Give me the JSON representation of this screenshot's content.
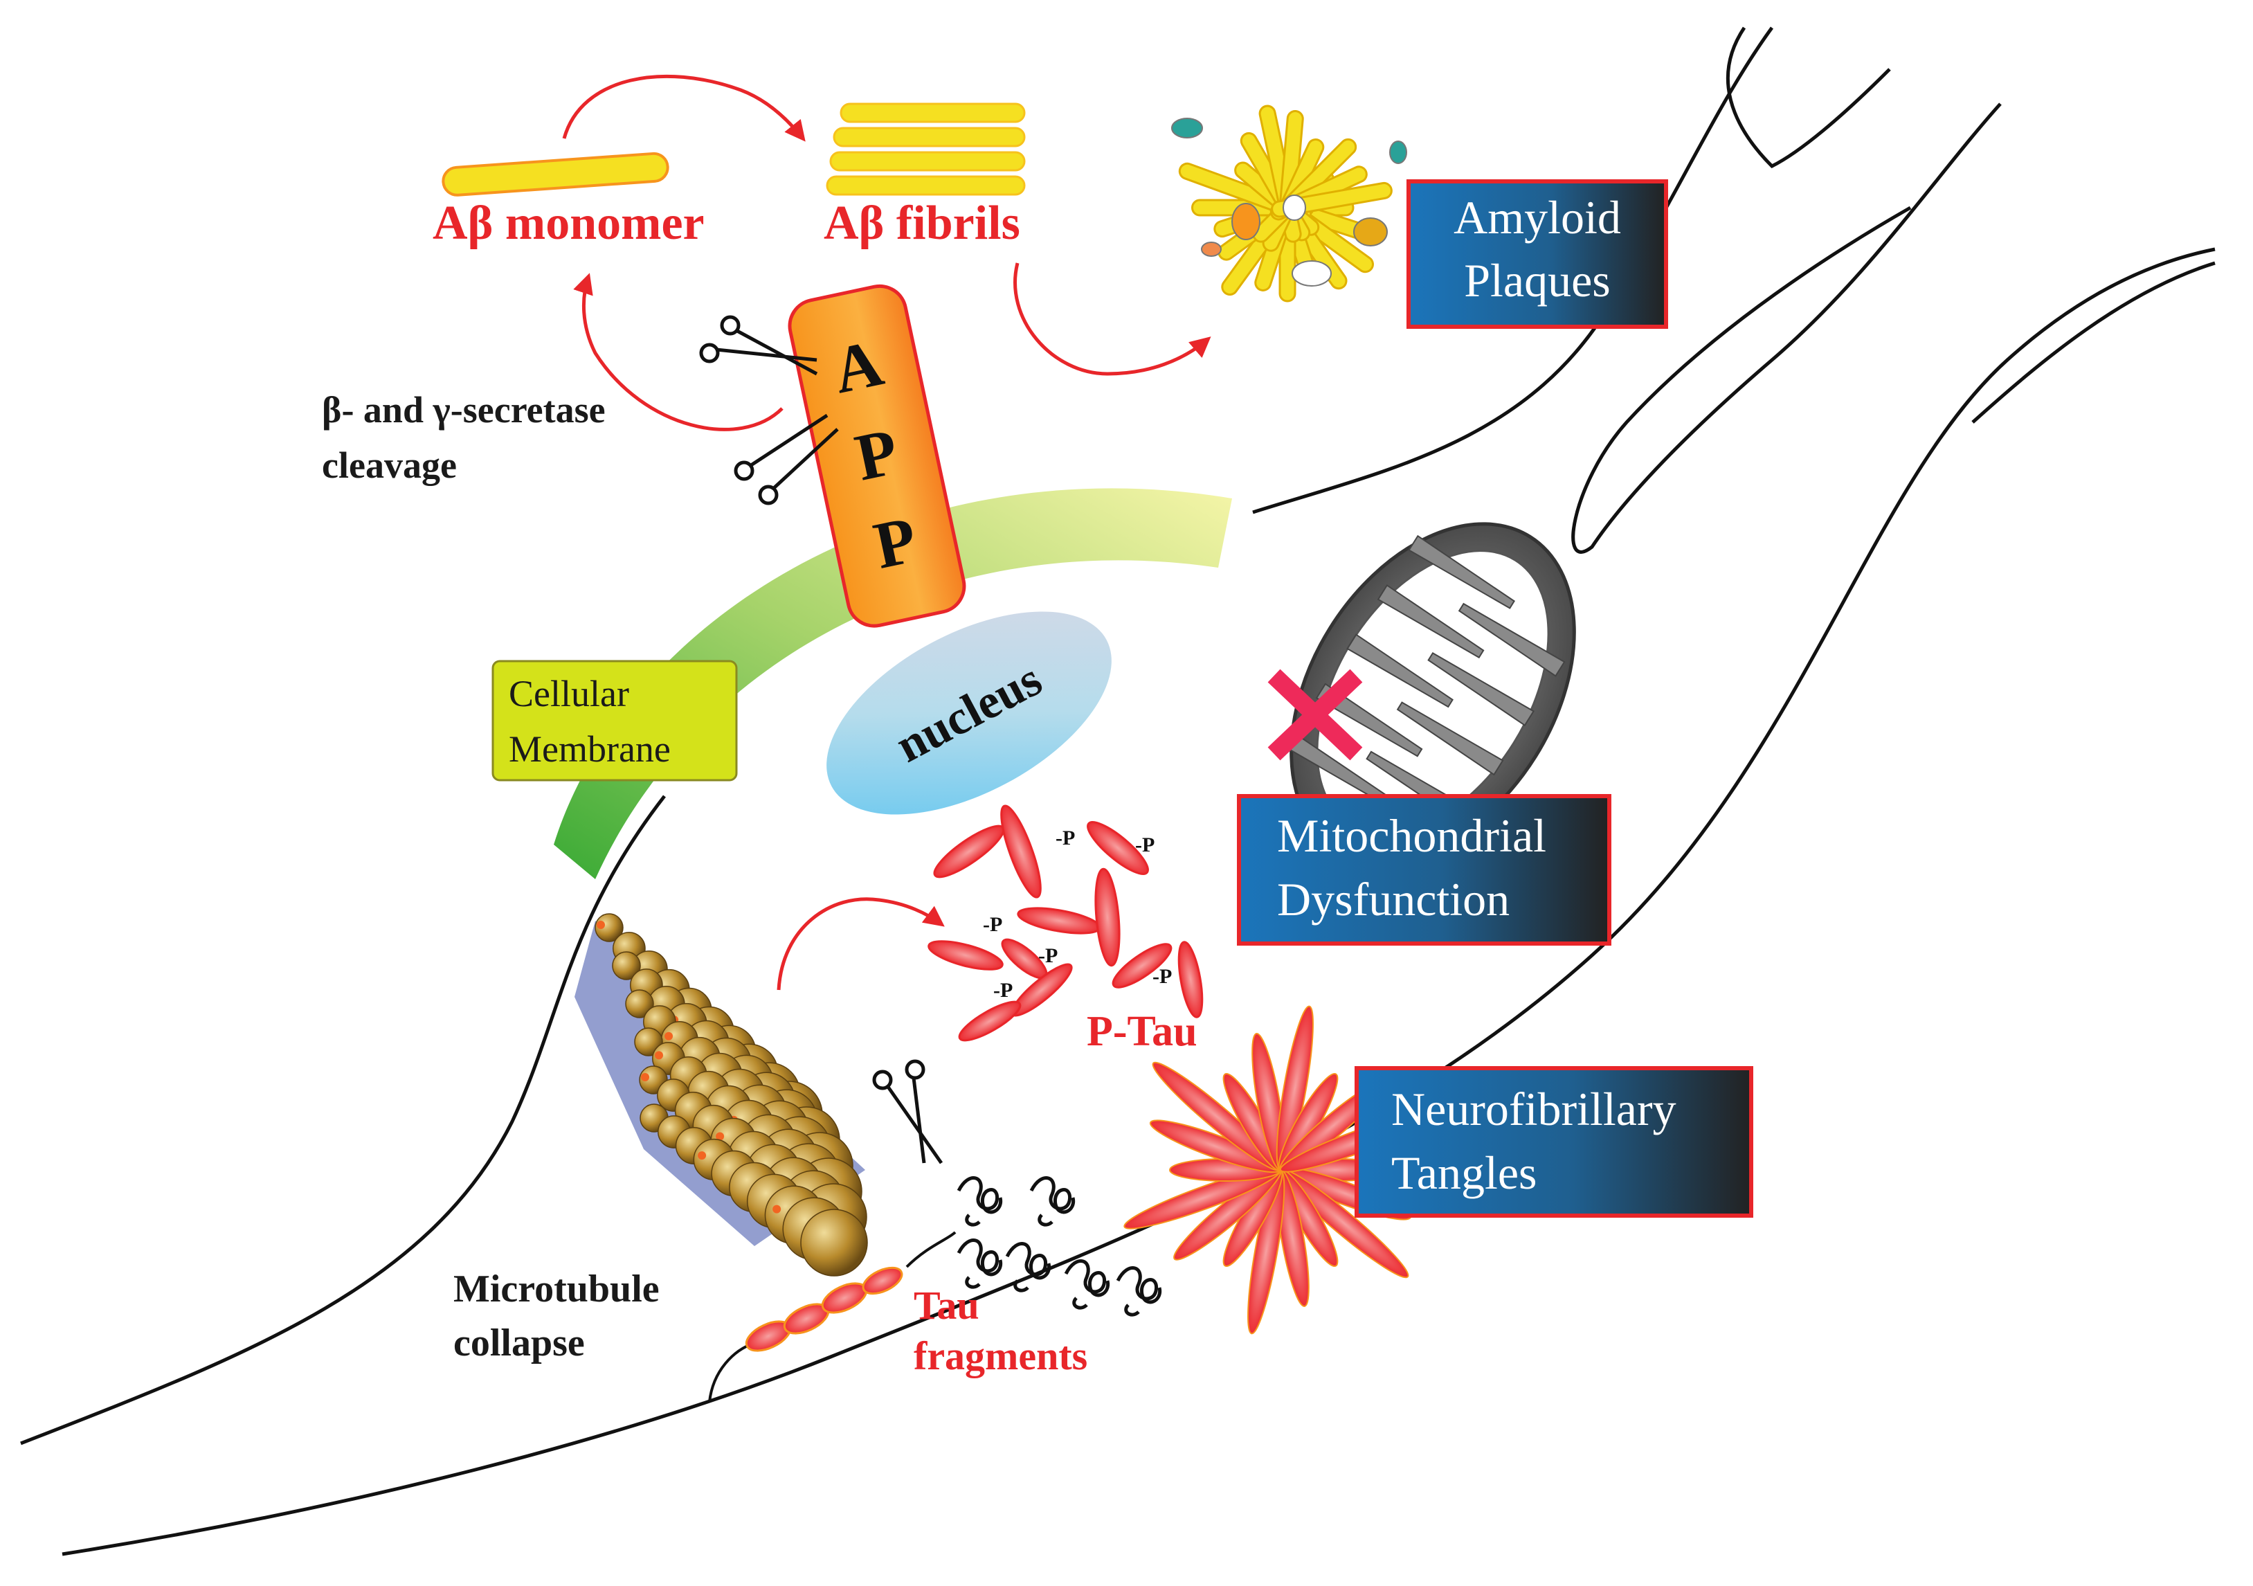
{
  "labels": {
    "ab_monomer": "Aβ monomer",
    "ab_fibrils": "Aβ fibrils",
    "app": [
      "A",
      "P",
      "P"
    ],
    "secretase_line1": "β- and γ-secretase",
    "secretase_line2": "cleavage",
    "membrane_line1": "Cellular",
    "membrane_line2": "Membrane",
    "nucleus": "nucleus",
    "p_tau": "P-Tau",
    "tau_fragments_line1": "Tau",
    "tau_fragments_line2": "fragments",
    "microtubule_line1": "Microtubule",
    "microtubule_line2": "collapse",
    "phospho": "-P"
  },
  "boxes": {
    "amyloid_line1": "Amyloid",
    "amyloid_line2": "Plaques",
    "mito_line1": "Mitochondrial",
    "mito_line2": "Dysfunction",
    "nft_line1": "Neurofibrillary",
    "nft_line2": "Tangles"
  },
  "colors": {
    "arrow_red": "#e8262a",
    "amyloid_yellow": "#f5e021",
    "app_orange": "#f7941d",
    "box_blue": "#1b75bb",
    "box_border": "#e8262a",
    "membrane_green": "#6cbe45",
    "membrane_label_bg": "#d4e21a"
  },
  "icons": {
    "scissors": "scissors-icon",
    "block": "x-mark-icon"
  }
}
